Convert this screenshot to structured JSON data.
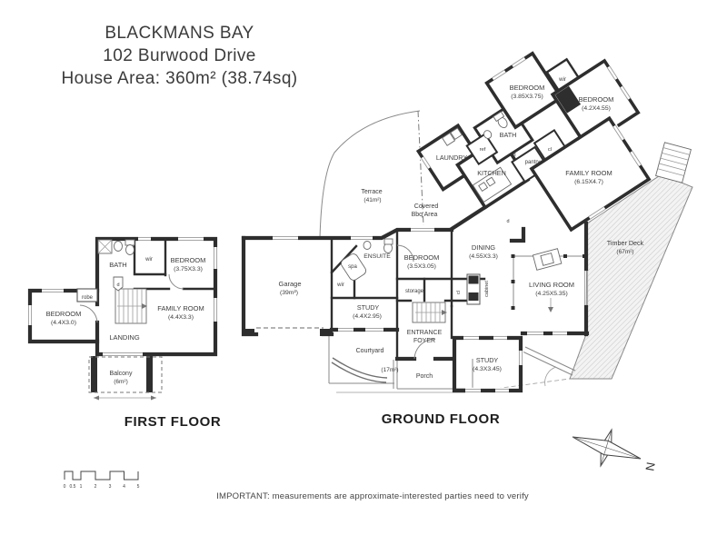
{
  "header": {
    "suburb": "BLACKMANS BAY",
    "address": "102 Burwood Drive",
    "area": "House Area: 360m² (38.74sq)"
  },
  "first_floor": {
    "label": "FIRST FLOOR",
    "rooms": {
      "bath": {
        "name": "BATH"
      },
      "wir": {
        "name": "wir"
      },
      "bedroom_top": {
        "name": "BEDROOM",
        "dim": "(3.75X3.3)"
      },
      "robe": {
        "name": "robe"
      },
      "bedroom_left": {
        "name": "BEDROOM",
        "dim": "(4.4X3.0)"
      },
      "family_room": {
        "name": "FAMILY ROOM",
        "dim": "(4.4X3.3)"
      },
      "landing": {
        "name": "LANDING"
      },
      "balcony": {
        "name": "Balcony",
        "dim": "(6m²)"
      }
    }
  },
  "ground_floor": {
    "label": "GROUND FLOOR",
    "rooms": {
      "bedroom_nw": {
        "name": "BEDROOM",
        "dim": "(3.85X3.75)"
      },
      "wir_upper": {
        "name": "wir"
      },
      "bedroom_ne": {
        "name": "BEDROOM",
        "dim": "(4.2X4.55)"
      },
      "bath": {
        "name": "BATH"
      },
      "ref": {
        "name": "ref"
      },
      "closet_upper": {
        "name": "cl"
      },
      "pantry": {
        "name": "pantry"
      },
      "laundry": {
        "name": "LAUNDRY"
      },
      "kitchen": {
        "name": "KITCHEN"
      },
      "family_room": {
        "name": "FAMILY ROOM",
        "dim": "(6.15X4.7)"
      },
      "terrace": {
        "name": "Terrace",
        "dim": "(41m²)"
      },
      "bbq": {
        "line1": "Covered",
        "line2": "Bbq Area"
      },
      "timber_deck": {
        "name": "Timber Deck",
        "dim": "(67m²)"
      },
      "dining": {
        "name": "DINING",
        "dim": "(4.55X3.3)"
      },
      "living_room": {
        "name": "LIVING ROOM",
        "dim": "(4.25X5.35)"
      },
      "bedroom_mid": {
        "name": "BEDROOM",
        "dim": "(3.5X3.05)"
      },
      "storage": {
        "name": "storage"
      },
      "closet_mid": {
        "name": "cl"
      },
      "cabinet": {
        "name": "cabinet"
      },
      "garage": {
        "name": "Garage",
        "dim": "(39m²)"
      },
      "spa": {
        "name": "spa"
      },
      "ensuite": {
        "name": "ENSUITE"
      },
      "wir_lower": {
        "name": "wir"
      },
      "study_mid": {
        "name": "STUDY",
        "dim": "(4.4X2.95)"
      },
      "entrance_foyer": {
        "line1": "ENTRANCE",
        "line2": "FOYER"
      },
      "courtyard": {
        "name": "Courtyard",
        "dim": "(17m²)"
      },
      "porch": {
        "name": "Porch"
      },
      "study_se": {
        "name": "STUDY",
        "dim": "(4.3X3.45)"
      }
    }
  },
  "annotations": {
    "door_marker": "d",
    "compass_n": "N",
    "scale_ticks": [
      "0",
      "0.5",
      "1",
      "2",
      "3",
      "4",
      "5"
    ],
    "disclaimer": "IMPORTANT: measurements are approximate-interested parties need to verify"
  }
}
